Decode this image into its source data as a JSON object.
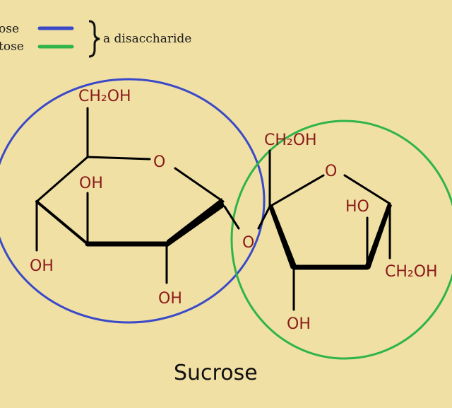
{
  "legend": {
    "items": [
      {
        "label": "ose",
        "color": "#3a49c8"
      },
      {
        "label": "tose",
        "color": "#2fb44a"
      }
    ],
    "group_label": "a disaccharide"
  },
  "glucose_ring": {
    "ch2oh": "CH₂OH",
    "ring_o": "O",
    "oh_inner": "OH",
    "oh_left": "OH",
    "oh_bottom": "OH"
  },
  "glycosidic_o": "O",
  "fructose_ring": {
    "ch2oh_top": "CH₂OH",
    "ring_o": "O",
    "ho": "HO",
    "ch2oh_right": "CH₂OH",
    "oh_bottom": "OH"
  },
  "title": "Sucrose",
  "colors": {
    "glucose_circle": "#3a49c8",
    "fructose_circle": "#2fb44a",
    "atom_label": "#8b1a1a",
    "background": "#f0e0a4"
  }
}
